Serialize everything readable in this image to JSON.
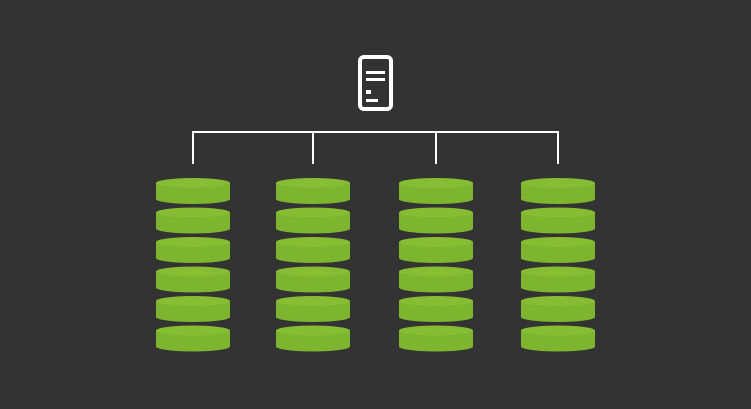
{
  "colors": {
    "background": "#333333",
    "connector": "#ffffff",
    "disk": "#7db52e",
    "disk_top": "#86bd33",
    "server_icon": "#ffffff"
  },
  "server": {
    "icon": "server-icon"
  },
  "database_stacks": [
    {
      "icon": "database-icon",
      "disks": 6
    },
    {
      "icon": "database-icon",
      "disks": 6
    },
    {
      "icon": "database-icon",
      "disks": 6
    },
    {
      "icon": "database-icon",
      "disks": 6
    }
  ]
}
